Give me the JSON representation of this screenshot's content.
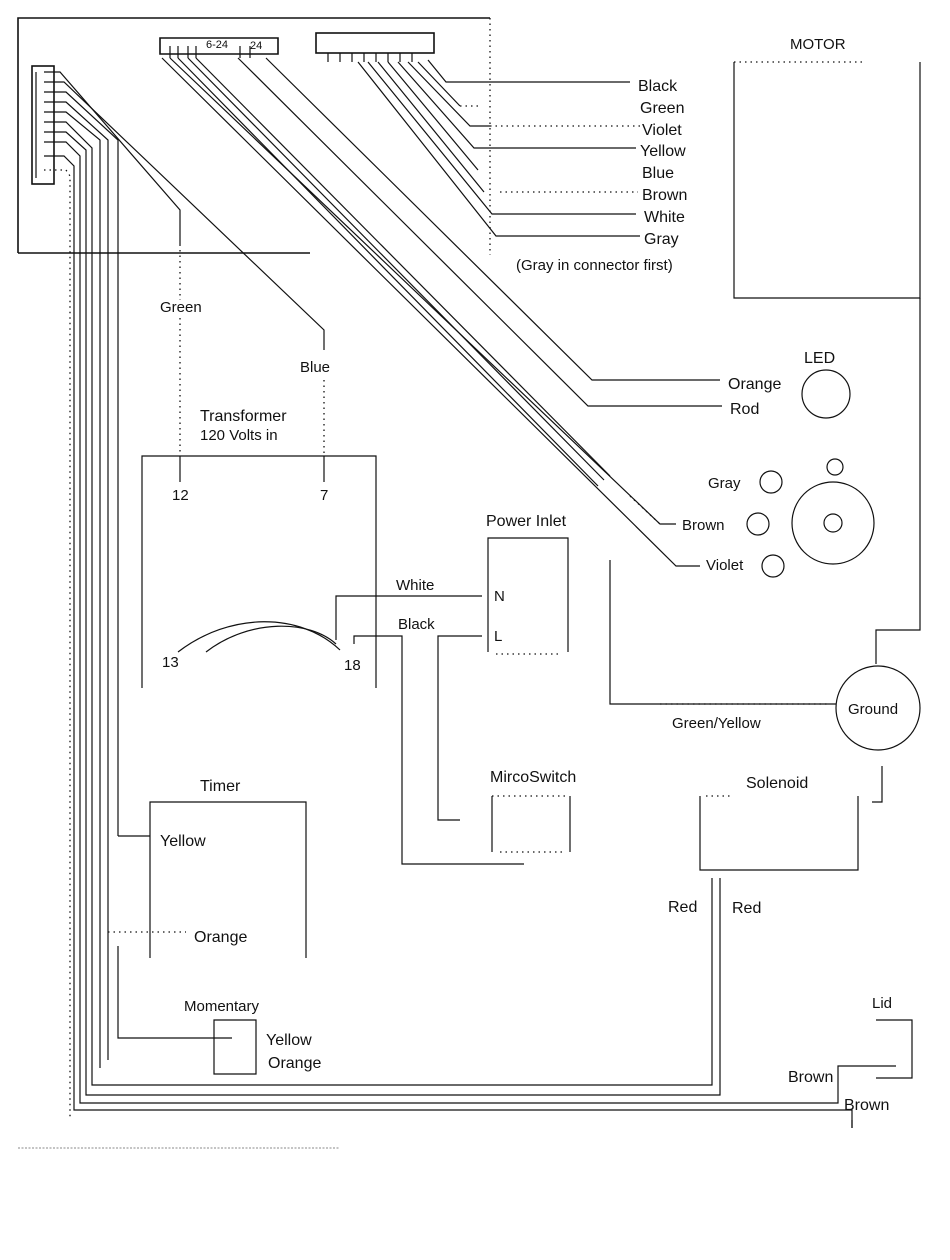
{
  "motor": {
    "title": "MOTOR",
    "wires": [
      "Black",
      "Green",
      "Violet",
      "Yellow",
      "Blue",
      "Brown",
      "White",
      "Gray"
    ],
    "note": "(Gray in connector first)"
  },
  "connector": {
    "label_a": "6-24",
    "label_b": "24"
  },
  "wire_labels": {
    "green": "Green",
    "blue": "Blue"
  },
  "transformer": {
    "title_line1": "Transformer",
    "title_line2": "120 Volts in",
    "pin_12": "12",
    "pin_7": "7",
    "pin_13": "13",
    "pin_18": "18"
  },
  "led": {
    "title": "LED",
    "orange": "Orange",
    "red": "Rod"
  },
  "switch_leds": {
    "gray": "Gray",
    "brown": "Brown",
    "violet": "Violet"
  },
  "power_inlet": {
    "title": "Power Inlet",
    "n": "N",
    "l": "L",
    "white": "White",
    "black": "Black"
  },
  "ground": {
    "label": "Ground",
    "wire": "Green/Yellow"
  },
  "microswitch": {
    "title": "MircoSwitch"
  },
  "solenoid": {
    "title": "Solenoid",
    "red_left": "Red",
    "red_right": "Red"
  },
  "timer": {
    "title": "Timer",
    "yellow": "Yellow",
    "orange": "Orange"
  },
  "momentary": {
    "title": "Momentary",
    "yellow": "Yellow",
    "orange": "Orange"
  },
  "lid": {
    "title": "Lid",
    "brown_1": "Brown",
    "brown_2": "Brown"
  }
}
